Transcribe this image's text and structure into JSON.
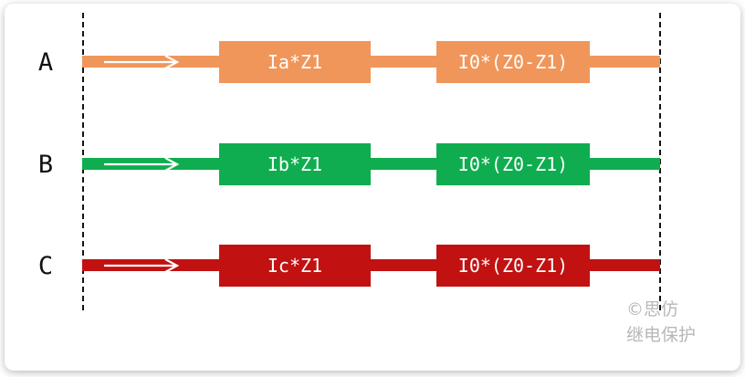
{
  "diagram": {
    "title_hint": "phase-impedance-flow-diagram",
    "phases": [
      {
        "label": "A",
        "color": "#F0965B",
        "segment1_label": "Ia*Z1",
        "segment2_label": "I0*(Z0-Z1)"
      },
      {
        "label": "B",
        "color": "#0FAD4F",
        "segment1_label": "Ib*Z1",
        "segment2_label": "I0*(Z0-Z1)"
      },
      {
        "label": "C",
        "color": "#C11111",
        "segment1_label": "Ic*Z1",
        "segment2_label": "I0*(Z0-Z1)"
      }
    ],
    "arrow_color": "#FFFFFF",
    "boundary_line_color": "#141414",
    "block_text_color": "#FFFFFF"
  },
  "watermark": {
    "line1": "©思仿",
    "line2": "继电保护",
    "color": "#B7B7B7"
  }
}
